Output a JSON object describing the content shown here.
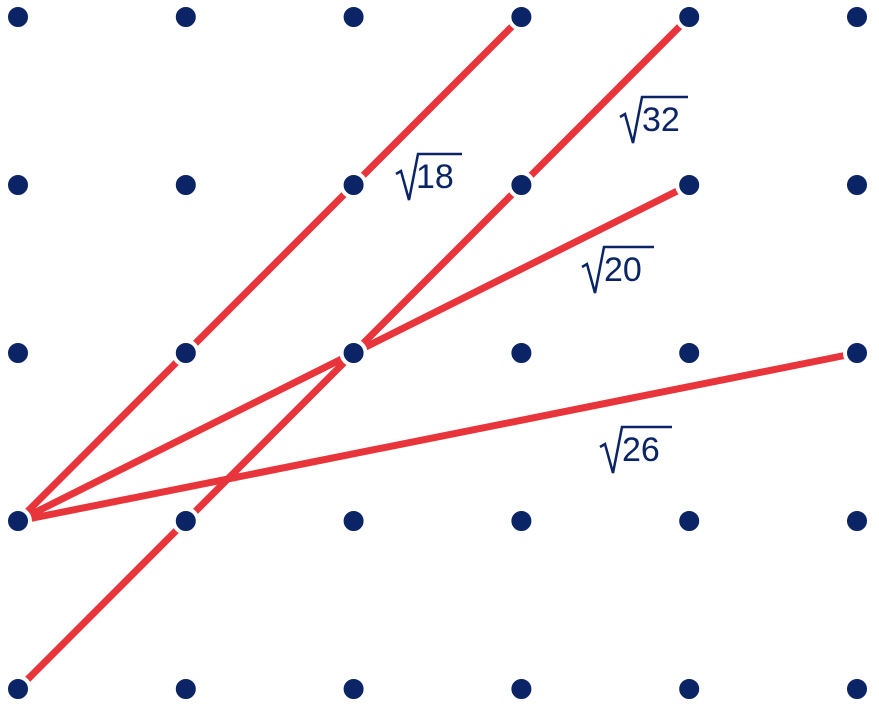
{
  "colors": {
    "dot": "#0b2466",
    "line": "#e8343b",
    "label": "#0b2466"
  },
  "grid": {
    "columns": 6,
    "rows": 5
  },
  "segments": [
    {
      "name": "segment-sqrt18",
      "from": [
        0,
        3
      ],
      "to": [
        3,
        0
      ],
      "label": "18"
    },
    {
      "name": "segment-sqrt32",
      "from": [
        0,
        4
      ],
      "to": [
        4,
        0
      ],
      "label": "32"
    },
    {
      "name": "segment-sqrt20",
      "from": [
        0,
        3
      ],
      "to": [
        4,
        1
      ],
      "label": "20"
    },
    {
      "name": "segment-sqrt26",
      "from": [
        0,
        3
      ],
      "to": [
        5,
        2
      ],
      "label": "26"
    }
  ],
  "labels": {
    "sqrt18": "18",
    "sqrt32": "32",
    "sqrt20": "20",
    "sqrt26": "26"
  }
}
